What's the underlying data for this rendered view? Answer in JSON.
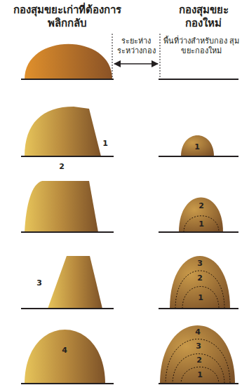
{
  "diagram": {
    "labels": [
      "กองสุมขยะเก่าที่ต้องการ พลิกกลับ",
      "กองสุมขยะ กองใหม่",
      "ระยะห่าง ระหว่างกอง",
      "พื้นที่ว่างสำหรับกอง สุมขยะกองใหม่",
      "1",
      "1",
      "2",
      "2",
      "1",
      "3",
      "3",
      "2",
      "1",
      "4",
      "4",
      "3",
      "2",
      "1"
    ]
  }
}
